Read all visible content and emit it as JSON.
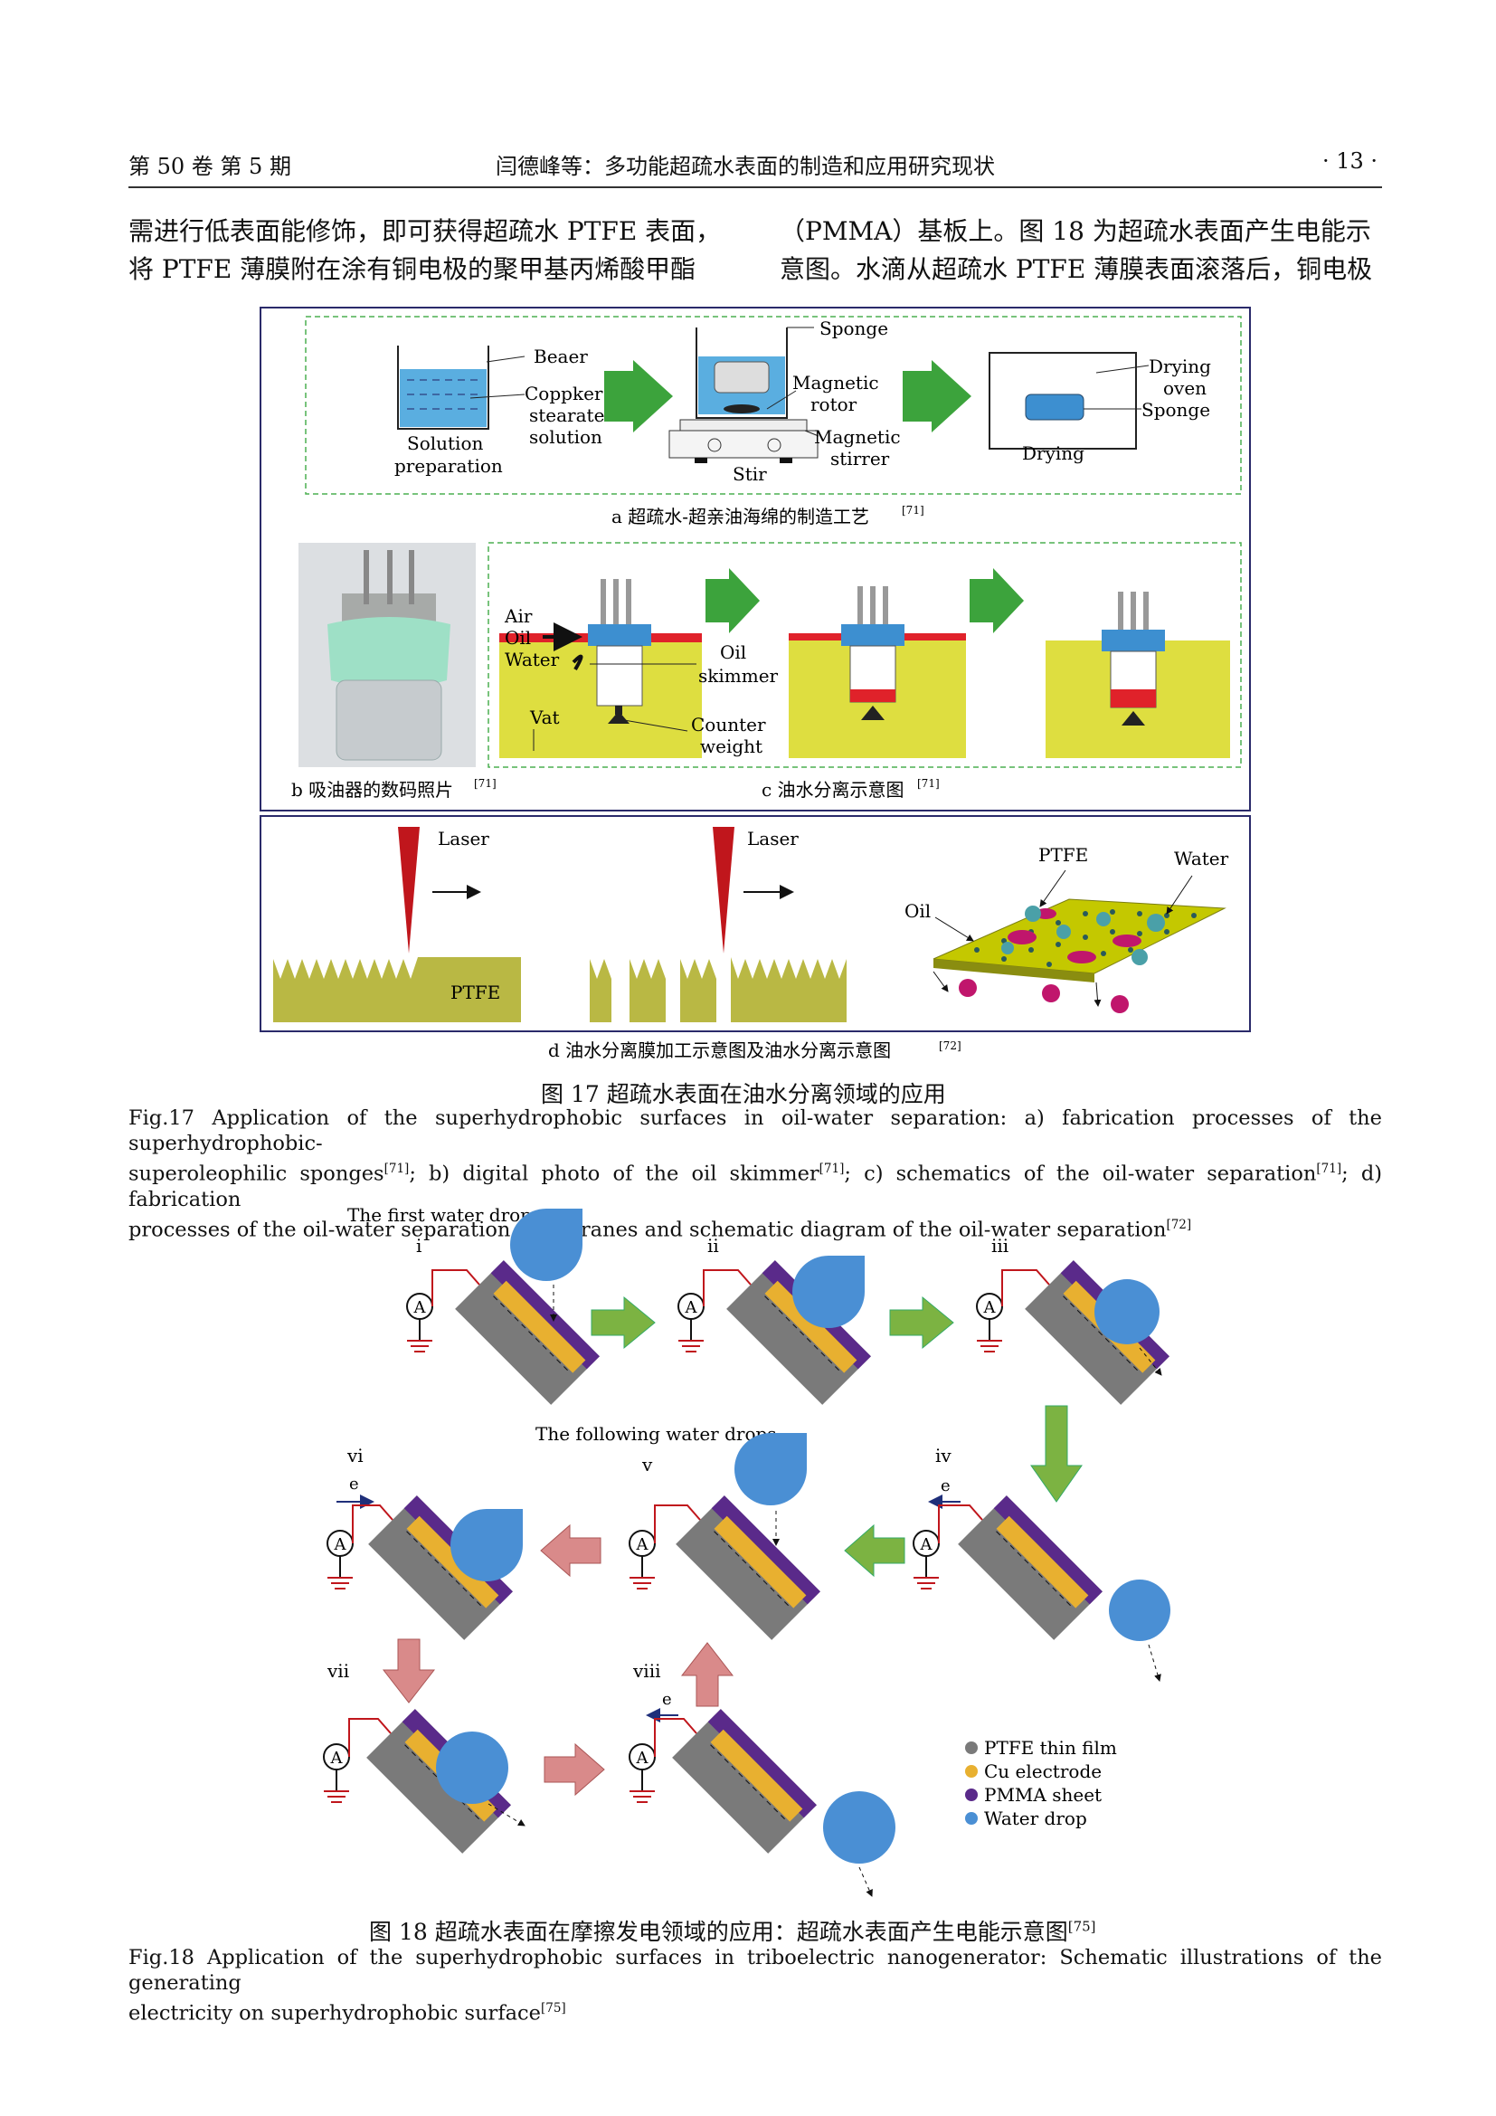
{
  "header": {
    "volume": "第 50 卷   第 5 期",
    "title": "闫德峰等：多功能超疏水表面的制造和应用研究现状",
    "page": "· 13 ·"
  },
  "intro": {
    "left_line1": "需进行低表面能修饰，即可获得超疏水 PTFE 表面，",
    "left_line2": "将 PTFE 薄膜附在涂有铜电极的聚甲基丙烯酸甲酯",
    "right_line1": "（PMMA）基板上。图 18 为超疏水表面产生电能示",
    "right_line2": "意图。水滴从超疏水 PTFE 薄膜表面滚落后，铜电极"
  },
  "fig17": {
    "a": {
      "beaer": "Beaer",
      "coppker": "Coppker",
      "stearate": "stearate",
      "solution": "solution",
      "solution_prep1": "Solution",
      "solution_prep2": "preparation",
      "sponge": "Sponge",
      "magnetic": "Magnetic",
      "rotor": "rotor",
      "magnetic2": "Magnetic",
      "stirrer": "stirrer",
      "stir": "Stir",
      "drying": "Drying",
      "oven": "oven",
      "sponge2": "Sponge",
      "drying2": "Drying",
      "caption": "a  超疏水-超亲油海绵的制造工艺",
      "ref": "[71]"
    },
    "b": {
      "caption": "b  吸油器的数码照片",
      "ref": "[71]"
    },
    "c": {
      "air": "Air",
      "oil": "Oil",
      "water": "Water",
      "oil_skimmer1": "Oil",
      "oil_skimmer2": "skimmer",
      "vat": "Vat",
      "counter1": "Counter",
      "counter2": "weight",
      "caption": "c  油水分离示意图",
      "ref": "[71]"
    },
    "d": {
      "laser1": "Laser",
      "laser2": "Laser",
      "ptfe": "PTFE",
      "ptfe2": "PTFE",
      "water": "Water",
      "oil": "Oil",
      "caption": "d  油水分离膜加工示意图及油水分离示意图",
      "ref": "[72]"
    },
    "caption_zh": "图 17    超疏水表面在油水分离领域的应用",
    "caption_en_1": "Fig.17 Application of the superhydrophobic surfaces in oil-water separation: a) fabrication processes of the superhydrophobic-",
    "caption_en_2a": "superoleophilic sponges",
    "ref71a": "[71]",
    "caption_en_2b": "; b) digital photo of the oil skimmer",
    "ref71b": "[71]",
    "caption_en_2c": "; c) schematics of the oil-water separation",
    "ref71c": "[71]",
    "caption_en_2d": "; d) fabrication",
    "caption_en_3": "processes of the oil-water separation membranes and schematic diagram of the oil-water separation",
    "ref72": "[72]"
  },
  "fig18": {
    "first_drop": "The first water drop",
    "following_drops": "The following water drops",
    "labels": {
      "i": "i",
      "ii": "ii",
      "iii": "iii",
      "iv": "iv",
      "v": "v",
      "vi": "vi",
      "vii": "vii",
      "viii": "viii"
    },
    "ammeter": "A",
    "electron": "e",
    "legend": [
      "PTFE thin film",
      "Cu electrode",
      "PMMA sheet",
      "Water drop"
    ],
    "caption_zh": "图 18    超疏水表面在摩擦发电领域的应用：超疏水表面产生电能示意图",
    "ref75a": "[75]",
    "caption_en_1": "Fig.18 Application of the superhydrophobic surfaces in triboelectric nanogenerator: Schematic illustrations of the generating",
    "caption_en_2": "electricity on superhydrophobic surface",
    "ref75b": "[75]"
  },
  "colors": {
    "ptfe": "#7a7a7a",
    "cu": "#e8b030",
    "pmma": "#5a2a8a",
    "drop": "#4a8fd4",
    "green_arrow": "#7cb342",
    "pink_arrow": "#d98a8a",
    "oil_red": "#e0222a",
    "yellow": "#dede40"
  }
}
